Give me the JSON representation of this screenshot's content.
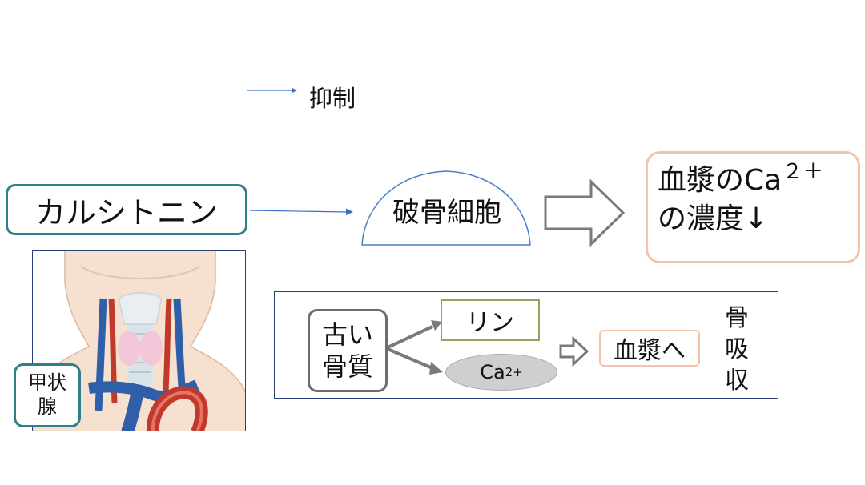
{
  "legend": {
    "inhibit_label": "抑制"
  },
  "calcitonin_label": "カルシトニン",
  "osteoclast_label": "破骨細胞",
  "result": {
    "line1_text": "血漿のCa",
    "line1_superscript": "２＋",
    "line2_text": "の濃度↓"
  },
  "thyroid_label_lines": [
    "甲状",
    "腺"
  ],
  "resorption": {
    "old_bone_lines": [
      "古い",
      "骨質"
    ],
    "phosphorus_label": "リン",
    "calcium_text": "Ca",
    "calcium_superscript": "2+",
    "to_plasma_label": "血漿へ",
    "vertical_label_chars": [
      "骨",
      "吸",
      "収"
    ]
  },
  "colors": {
    "inhibit_arrow": "#3b6fc4",
    "calcitonin_border": "#2f7f8c",
    "dome_outline": "#4a7fc1",
    "result_border": "#f2c3a8",
    "frame_border": "#2a3f78",
    "phosphorus_border": "#8ca860",
    "calcium_fill": "#cfcfcf",
    "gray_arrow": "#7a7a7a"
  }
}
